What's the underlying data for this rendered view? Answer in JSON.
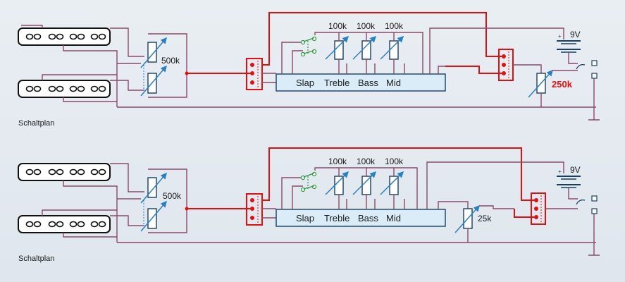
{
  "diagrams": [
    {
      "caption": "Schaltplan",
      "pot_pickup": "500k",
      "pots": [
        "100k",
        "100k",
        "100k"
      ],
      "preamp_labels": [
        "Slap",
        "Treble",
        "Bass",
        "Mid"
      ],
      "battery": "9V",
      "output_pot": "250k",
      "output_pot_color": "#e01010"
    },
    {
      "caption": "Schaltplan",
      "pot_pickup": "500k",
      "pots": [
        "100k",
        "100k",
        "100k"
      ],
      "preamp_labels": [
        "Slap",
        "Treble",
        "Bass",
        "Mid"
      ],
      "battery": "9V",
      "output_pot": "25k",
      "output_pot_color": "#1a1a1a"
    }
  ],
  "colors": {
    "wire": "#8a4a6a",
    "signal": "#e01010",
    "component": "#2a7fc0",
    "switch": "#2a9a3a"
  }
}
